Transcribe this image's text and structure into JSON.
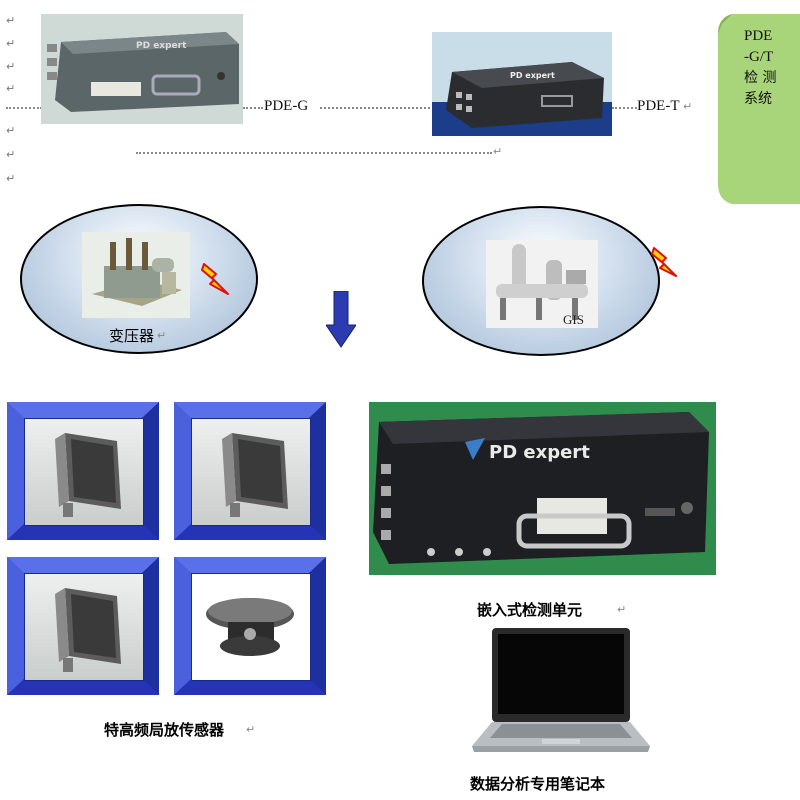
{
  "devices": {
    "pde_g_label": "PDE-G",
    "pde_t_label": "PDE-T"
  },
  "system_note": {
    "line1": "PDE",
    "line2": "-G/T",
    "line3": "检 测",
    "line4": "系统"
  },
  "equipment": {
    "transformer_label": "变压器",
    "gis_label": "GIS"
  },
  "units": {
    "embedded_unit_label": "嵌入式检测单元",
    "sensor_label": "特高频局放传感器",
    "laptop_label": "数据分析专用笔记本"
  },
  "paragraph_mark": "↵",
  "colors": {
    "note_green": "#a8d47a",
    "sensor_blue": "#3146d4",
    "arrow_blue": "#2a3cb0",
    "ellipse_fill": "#9fb8d3",
    "lightning_red": "#e01010",
    "lightning_yellow": "#ffd400"
  }
}
